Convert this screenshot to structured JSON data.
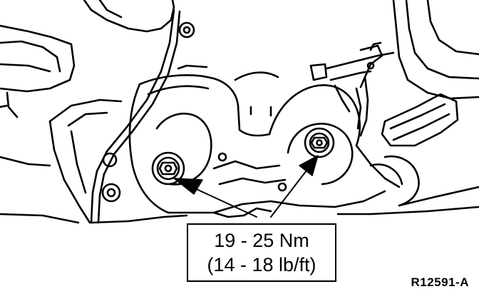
{
  "callout": {
    "line1": "19 - 25 Nm",
    "line2": "(14 - 18 lb/ft)"
  },
  "figure_id": "R12591-A",
  "colors": {
    "ink": "#000000",
    "paper": "#ffffff"
  }
}
